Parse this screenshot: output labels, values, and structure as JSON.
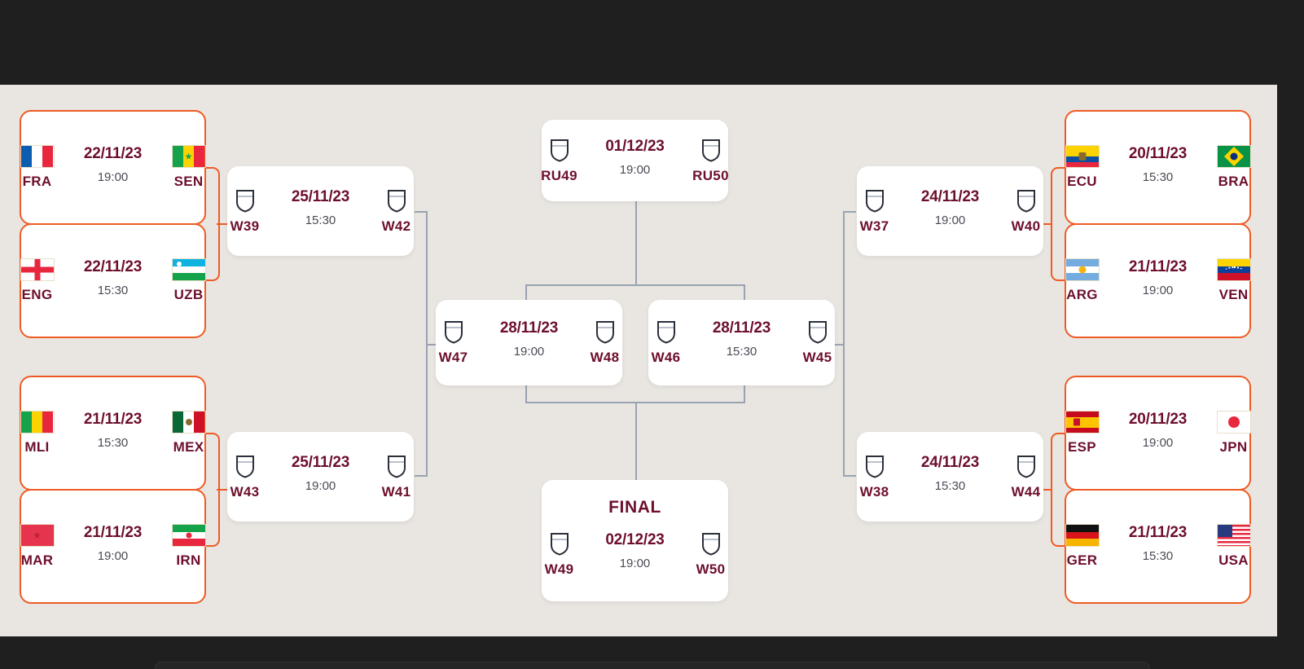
{
  "theme": {
    "canvas_bg": "#e9e6e1",
    "chrome_bg": "#1f1f1f",
    "card_bg": "#ffffff",
    "accent_orange": "#ef5b25",
    "connector_gray": "#9aa2b1",
    "text_maroon": "#6d0f2c",
    "text_time": "#4a4a55"
  },
  "bracket": {
    "title": "FINAL",
    "round_of_16": [
      {
        "id": "m-fra-sen",
        "home": {
          "code": "FRA",
          "flag": "france"
        },
        "away": {
          "code": "SEN",
          "flag": "senegal"
        },
        "date": "22/11/23",
        "time": "19:00"
      },
      {
        "id": "m-eng-uzb",
        "home": {
          "code": "ENG",
          "flag": "england"
        },
        "away": {
          "code": "UZB",
          "flag": "uzbekistan"
        },
        "date": "22/11/23",
        "time": "15:30"
      },
      {
        "id": "m-mli-mex",
        "home": {
          "code": "MLI",
          "flag": "mali"
        },
        "away": {
          "code": "MEX",
          "flag": "mexico"
        },
        "date": "21/11/23",
        "time": "15:30"
      },
      {
        "id": "m-mar-irn",
        "home": {
          "code": "MAR",
          "flag": "morocco"
        },
        "away": {
          "code": "IRN",
          "flag": "iran"
        },
        "date": "21/11/23",
        "time": "19:00"
      },
      {
        "id": "m-ecu-bra",
        "home": {
          "code": "ECU",
          "flag": "ecuador"
        },
        "away": {
          "code": "BRA",
          "flag": "brazil"
        },
        "date": "20/11/23",
        "time": "15:30"
      },
      {
        "id": "m-arg-ven",
        "home": {
          "code": "ARG",
          "flag": "argentina"
        },
        "away": {
          "code": "VEN",
          "flag": "venezuela"
        },
        "date": "21/11/23",
        "time": "19:00"
      },
      {
        "id": "m-esp-jpn",
        "home": {
          "code": "ESP",
          "flag": "spain"
        },
        "away": {
          "code": "JPN",
          "flag": "japan"
        },
        "date": "20/11/23",
        "time": "19:00"
      },
      {
        "id": "m-ger-usa",
        "home": {
          "code": "GER",
          "flag": "germany"
        },
        "away": {
          "code": "USA",
          "flag": "usa"
        },
        "date": "21/11/23",
        "time": "15:30"
      }
    ],
    "quarter_finals": [
      {
        "id": "qf-w39-w42",
        "home": {
          "code": "W39",
          "flag": "placeholder"
        },
        "away": {
          "code": "W42",
          "flag": "placeholder"
        },
        "date": "25/11/23",
        "time": "15:30"
      },
      {
        "id": "qf-w43-w41",
        "home": {
          "code": "W43",
          "flag": "placeholder"
        },
        "away": {
          "code": "W41",
          "flag": "placeholder"
        },
        "date": "25/11/23",
        "time": "19:00"
      },
      {
        "id": "qf-w37-w40",
        "home": {
          "code": "W37",
          "flag": "placeholder"
        },
        "away": {
          "code": "W40",
          "flag": "placeholder"
        },
        "date": "24/11/23",
        "time": "19:00"
      },
      {
        "id": "qf-w38-w44",
        "home": {
          "code": "W38",
          "flag": "placeholder"
        },
        "away": {
          "code": "W44",
          "flag": "placeholder"
        },
        "date": "24/11/23",
        "time": "15:30"
      }
    ],
    "semi_finals": [
      {
        "id": "sf-w47-w48",
        "home": {
          "code": "W47",
          "flag": "placeholder"
        },
        "away": {
          "code": "W48",
          "flag": "placeholder"
        },
        "date": "28/11/23",
        "time": "19:00"
      },
      {
        "id": "sf-w46-w45",
        "home": {
          "code": "W46",
          "flag": "placeholder"
        },
        "away": {
          "code": "W45",
          "flag": "placeholder"
        },
        "date": "28/11/23",
        "time": "15:30"
      }
    ],
    "third_place": {
      "id": "tp-ru49-ru50",
      "home": {
        "code": "RU49",
        "flag": "placeholder"
      },
      "away": {
        "code": "RU50",
        "flag": "placeholder"
      },
      "date": "01/12/23",
      "time": "19:00"
    },
    "final": {
      "id": "final-w49-w50",
      "home": {
        "code": "W49",
        "flag": "placeholder"
      },
      "away": {
        "code": "W50",
        "flag": "placeholder"
      },
      "date": "02/12/23",
      "time": "19:00"
    }
  }
}
